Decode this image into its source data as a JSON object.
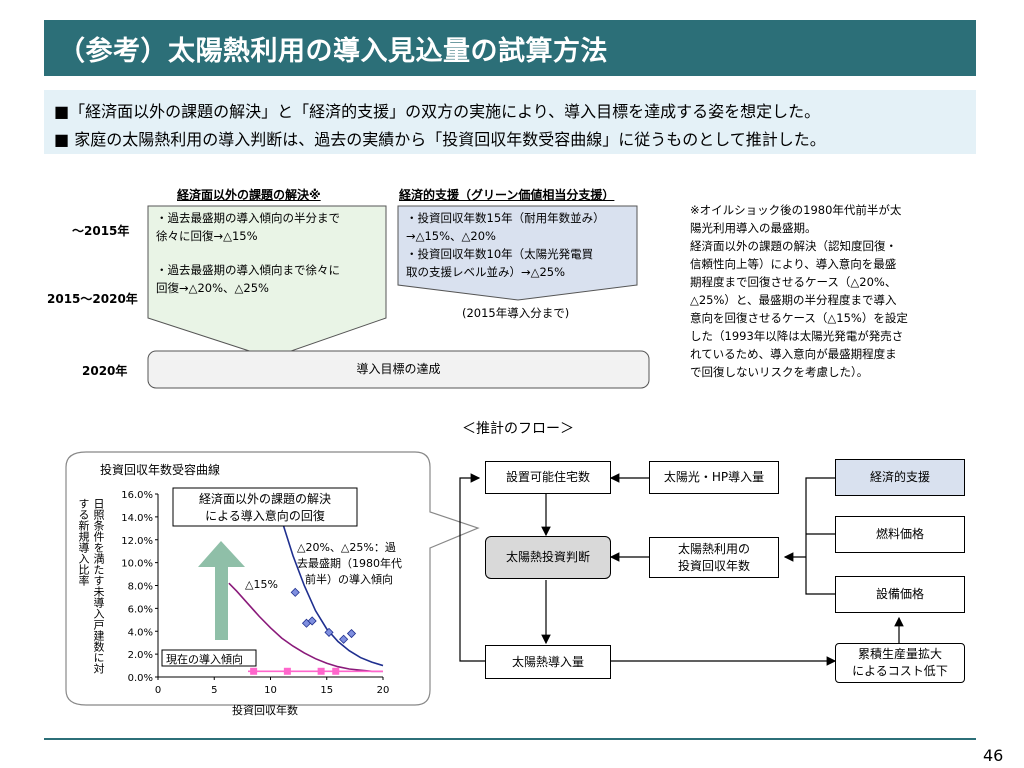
{
  "title": "（参考）太陽熱利用の導入見込量の試算方法",
  "bullets": [
    "■「経済面以外の課題の解決」と「経済的支援」の双方の実施により、導入目標を達成する姿を想定した。",
    "■ 家庭の太陽熱利用の導入判断は、過去の実績から「投資回収年数受容曲線」に従うものとして推計した。"
  ],
  "scenario": {
    "col1_header": "経済面以外の課題の解決※",
    "col2_header": "経済的支援（グリーン価値相当分支援）",
    "years": [
      "～2015年",
      "2015～2020年",
      "2020年"
    ],
    "col1_lines": [
      "・過去最盛期の導入傾向の半分まで",
      "徐々に回復→△15%",
      "・過去最盛期の導入傾向まで徐々に",
      "回復→△20%、△25%"
    ],
    "col2_lines": [
      "・投資回収年数15年（耐用年数並み）",
      "→△15%、△20%",
      "・投資回収年数10年（太陽光発電買",
      "取の支援レベル並み）→△25%"
    ],
    "col2_note": "(2015年導入分まで)",
    "target": "導入目標の達成"
  },
  "note_lines": [
    "※オイルショック後の1980年代前半が太",
    "陽光利用導入の最盛期。",
    "経済面以外の課題の解決（認知度回復・",
    "信頼性向上等）により、導入意向を最盛",
    "期程度まで回復させるケース（△20%、",
    "△25%）と、最盛期の半分程度まで導入",
    "意向を回復させるケース（△15%）を設定",
    "した（1993年以降は太陽光発電が発売さ",
    "れているため、導入意向が最盛期程度ま",
    "で回復しないリスクを考慮した）。"
  ],
  "flow_title": "＜推計のフロー＞",
  "chart_panel": {
    "title": "投資回収年数受容曲線",
    "callout_lines": [
      "経済面以外の課題の解決",
      "による導入意向の回復"
    ],
    "ann_20_25": [
      "△20%、△25%：過",
      "去最盛期（1980年代",
      "前半）の導入傾向"
    ],
    "ann_15": "△15%",
    "ann_current": "現在の導入傾向"
  },
  "chart_data": {
    "type": "scatter",
    "title": "投資回収年数受容曲線",
    "xlabel": "投資回収年数",
    "ylabel": "日照条件を満たす未導入戸建数に対する新規導入比率",
    "xlim": [
      0,
      20
    ],
    "ylim": [
      0,
      0.16
    ],
    "x_ticks": [
      "0",
      "5",
      "10",
      "15",
      "20"
    ],
    "y_ticks": [
      "0.0%",
      "2.0%",
      "4.0%",
      "6.0%",
      "8.0%",
      "10.0%",
      "12.0%",
      "14.0%",
      "16.0%"
    ],
    "series": [
      {
        "color": "#1f2f8f",
        "kind": "curve",
        "x": [
          10.3,
          11,
          12,
          13,
          14,
          15,
          16,
          17,
          18,
          19,
          20
        ],
        "y": [
          0.16,
          0.137,
          0.106,
          0.08,
          0.058,
          0.042,
          0.031,
          0.023,
          0.017,
          0.013,
          0.01
        ]
      },
      {
        "color": "#1f2f8f",
        "kind": "points",
        "x": [
          12.2,
          13.2,
          13.7,
          15.2,
          16.5,
          17.2
        ],
        "y": [
          0.074,
          0.047,
          0.049,
          0.039,
          0.033,
          0.038
        ]
      },
      {
        "color": "#8a1a7a",
        "kind": "curve",
        "x": [
          6.3,
          7,
          8,
          9,
          10,
          11,
          12,
          13,
          14,
          15,
          16,
          17,
          18,
          19,
          20
        ],
        "y": [
          0.082,
          0.075,
          0.064,
          0.053,
          0.043,
          0.034,
          0.027,
          0.021,
          0.016,
          0.012,
          0.009,
          0.007,
          0.006,
          0.005,
          0.005
        ]
      },
      {
        "color": "#ff66cc",
        "kind": "line",
        "x": [
          8,
          20
        ],
        "y": [
          0.005,
          0.005
        ]
      },
      {
        "color": "#ff66cc",
        "kind": "points",
        "x": [
          8.5,
          11.5,
          14.5,
          15.8
        ],
        "y": [
          0.005,
          0.005,
          0.005,
          0.005
        ]
      }
    ]
  },
  "flow": {
    "installable": "設置可能住宅数",
    "pv_hp": "太陽光・HP導入量",
    "econ_support": "経済的支援",
    "fuel": "燃料価格",
    "invest_judge": "太陽熱投資判断",
    "payback_lines": [
      "太陽熱利用の",
      "投資回収年数"
    ],
    "equipment": "設備価格",
    "intro": "太陽熱導入量",
    "cost_lines": [
      "累積生産量拡大",
      "によるコスト低下"
    ]
  },
  "page_number": "46"
}
